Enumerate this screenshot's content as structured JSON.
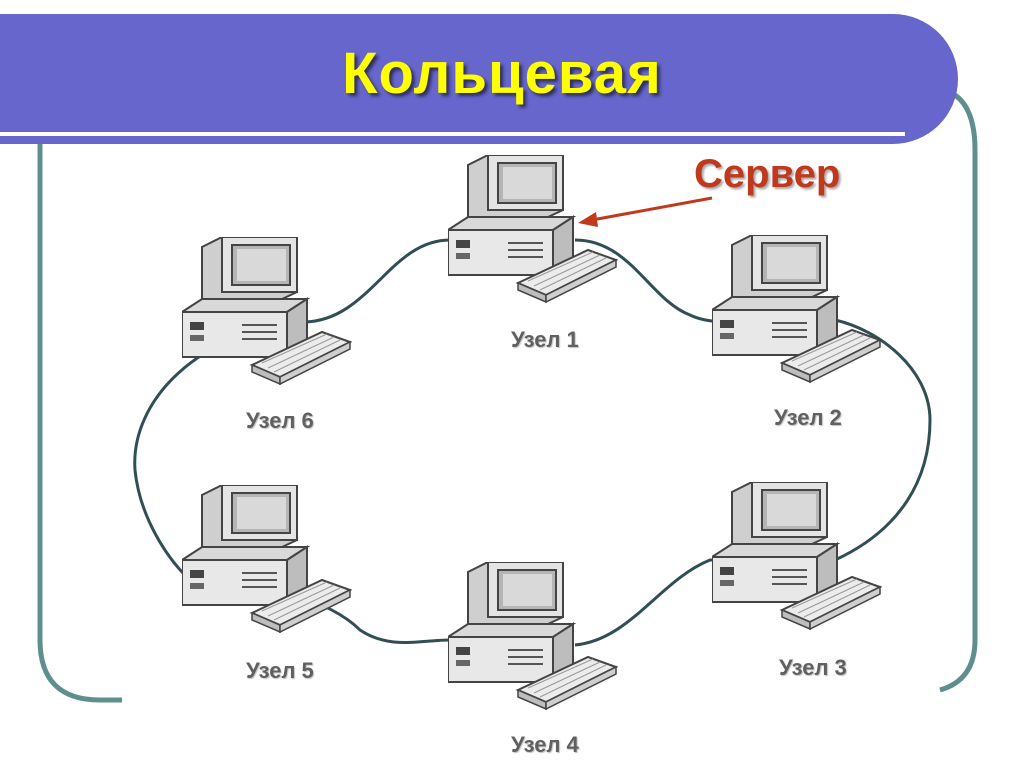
{
  "slide": {
    "title": "Кольцевая",
    "server_label": "Сервер"
  },
  "nodes": [
    {
      "label": "Узел 1"
    },
    {
      "label": "Узел 2"
    },
    {
      "label": "Узел 3"
    },
    {
      "label": "Узел 4"
    },
    {
      "label": "Узел 5"
    },
    {
      "label": "Узел 6"
    }
  ],
  "colors": {
    "title_bar": "#6666cc",
    "title_text": "#ffff00",
    "frame": "#5f8f8c",
    "server_label": "#c0391d",
    "arrow": "#c0391d",
    "cable": "#2f4f55",
    "node_label": "#606060"
  },
  "icons": [
    "computer-icon",
    "arrow-icon"
  ]
}
